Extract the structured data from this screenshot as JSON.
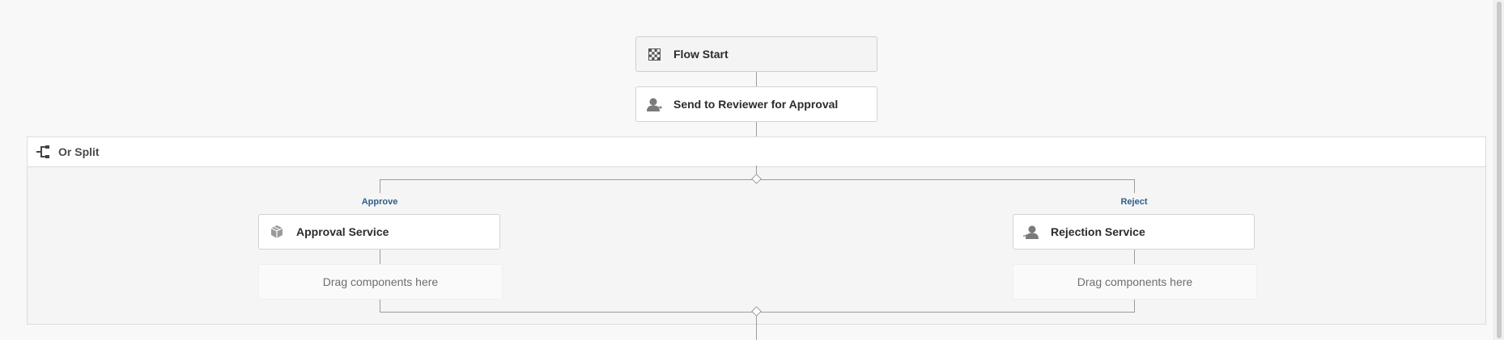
{
  "flow": {
    "start": {
      "label": "Flow Start",
      "icon": "checkered-flag-icon"
    },
    "reviewer_step": {
      "label": "Send to Reviewer for Approval",
      "icon": "participant-user-icon"
    },
    "or_split": {
      "label": "Or Split",
      "icon": "or-split-icon",
      "branches": [
        {
          "label": "Approve",
          "step": {
            "label": "Approval Service",
            "icon": "service-box-icon"
          },
          "dropzone": "Drag components here"
        },
        {
          "label": "Reject",
          "step": {
            "label": "Rejection Service",
            "icon": "participant-user-icon"
          },
          "dropzone": "Drag components here"
        }
      ]
    }
  },
  "colors": {
    "canvas_bg": "#f8f8f8",
    "node_bg": "#ffffff",
    "connector": "#9b9b9b",
    "branch_label": "#2d5f8a"
  }
}
